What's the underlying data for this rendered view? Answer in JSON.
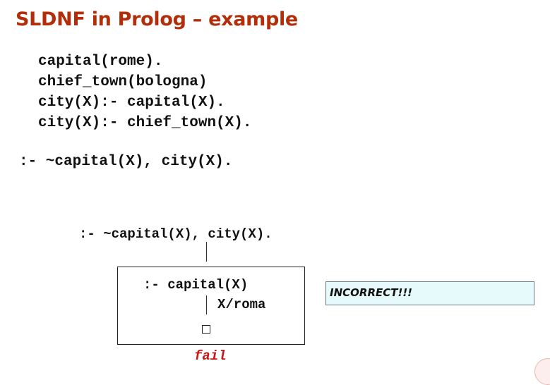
{
  "slide": {
    "title": "SLDNF in Prolog – example"
  },
  "program": {
    "lines": [
      "capital(rome).",
      "chief_town(bologna)",
      "city(X):- capital(X).",
      "city(X):- chief_town(X)."
    ]
  },
  "query": ":- ~capital(X), city(X).",
  "tree": {
    "root": ":- ~capital(X), city(X).",
    "subgoal": ":- capital(X)",
    "substitution": "X/roma",
    "result": "fail"
  },
  "note": {
    "text": "INCORRECT!!!",
    "background": "#e6f9fb"
  },
  "colors": {
    "title": "#b22d0a",
    "fail": "#c41818"
  }
}
